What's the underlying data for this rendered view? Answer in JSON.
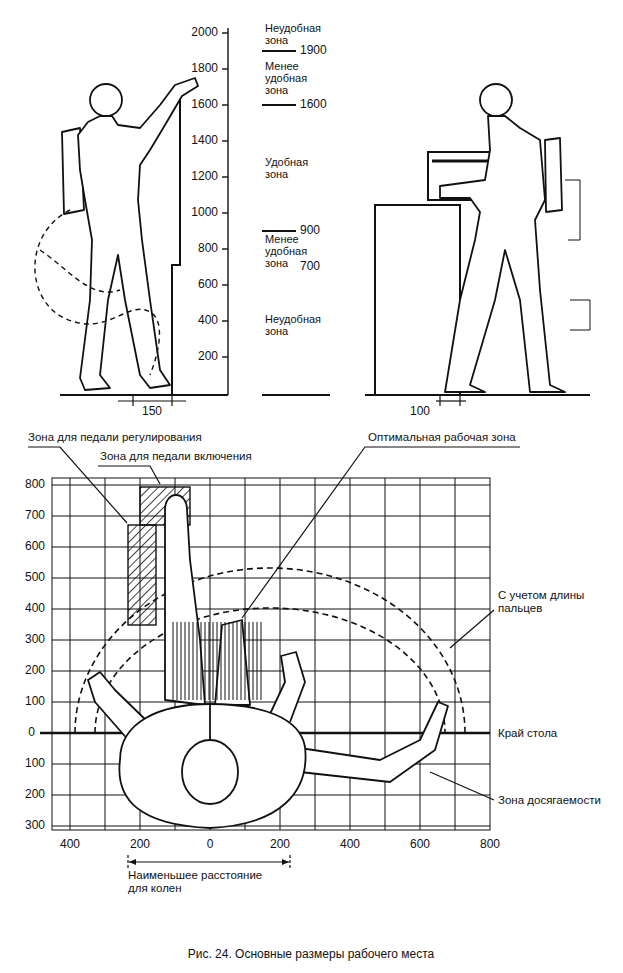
{
  "diagram": {
    "caption": "Рис. 24. Основные размеры рабочего места",
    "labels": [
      "2000",
      "1800",
      "1600",
      "1400",
      "1200",
      "1000",
      "800",
      "600",
      "400",
      "200",
      "Неудобная зона",
      "1900",
      "Менее удобная зона",
      "1600",
      "Удобная зона",
      "900",
      "Менее удобная зона",
      "700",
      "Неудобная зона",
      "150",
      "100",
      "Зона для педали регулирования",
      "Зона для педали включения",
      "Оптимальная рабочая зона",
      "800",
      "700",
      "600",
      "500",
      "400",
      "300",
      "200",
      "100",
      "0",
      "100",
      "200",
      "300",
      "400",
      "200",
      "0",
      "200",
      "400",
      "600",
      "800",
      "С учетом длины пальцев",
      "Край стола",
      "Зона досягаемости",
      "Наименьшее расстояние для колен"
    ]
  }
}
